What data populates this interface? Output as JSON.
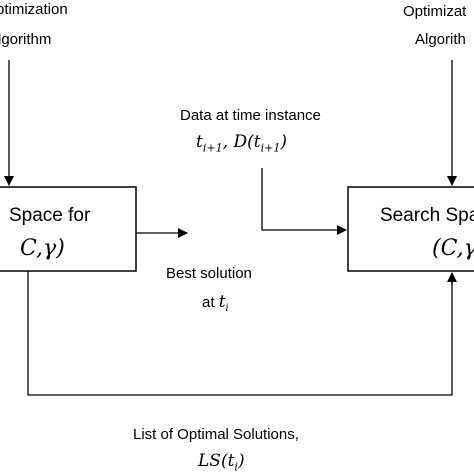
{
  "top_left": {
    "line1": "ptimization",
    "line2": "lgorithm"
  },
  "top_right": {
    "line1": "Optimizat",
    "line2": "Algorith"
  },
  "left_box": {
    "title": "Space for",
    "params": "C,γ)"
  },
  "right_box": {
    "title": "Search Spa",
    "params": "(C,γ"
  },
  "data_label": {
    "line1": "Data at time instance",
    "line2": "t",
    "line2_sub": "i+1",
    "line2_mid": ", D(t",
    "line2_sub2": "i+1",
    "line2_end": ")"
  },
  "best_solution": {
    "line1": "Best solution",
    "line2_prefix": "at ",
    "line2_var": "t",
    "line2_sub": "i"
  },
  "list_label": {
    "line1": "List of Optimal Solutions,",
    "line2": "LS",
    "line2_arg": "(t",
    "line2_sub": "i",
    "line2_end": ")"
  }
}
